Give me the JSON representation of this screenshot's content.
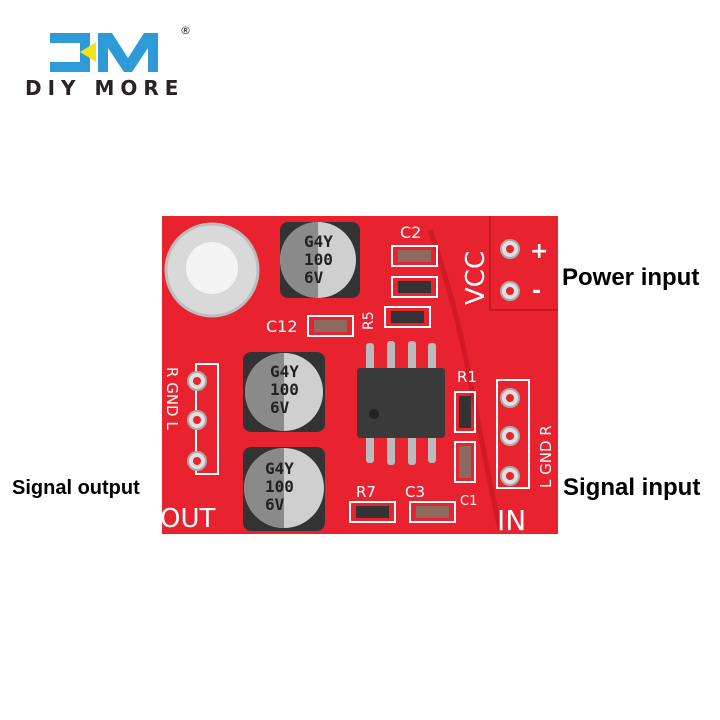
{
  "brand": {
    "logo_letters": "DM",
    "name": "DIY MORE",
    "registered": "®",
    "colors": {
      "blue": "#2e9ad8",
      "yellow": "#f2e41a",
      "dark": "#2a2224"
    }
  },
  "board": {
    "color": "#e8232f",
    "silkscreen": {
      "vcc": "VCC",
      "plus": "+",
      "minus": "-",
      "c2": "C2",
      "c12": "C12",
      "r5": "R5",
      "r1": "R1",
      "r7": "R7",
      "c3": "C3",
      "c1": "C1",
      "out": "OUT",
      "in": "IN",
      "out_pins": "R GND L",
      "in_pins": "L GND R"
    },
    "capacitor_marking": [
      "G4Y",
      "100",
      "6V"
    ]
  },
  "annotations": {
    "power_input": "Power input",
    "signal_input": "Signal input",
    "signal_output": "Signal output"
  }
}
